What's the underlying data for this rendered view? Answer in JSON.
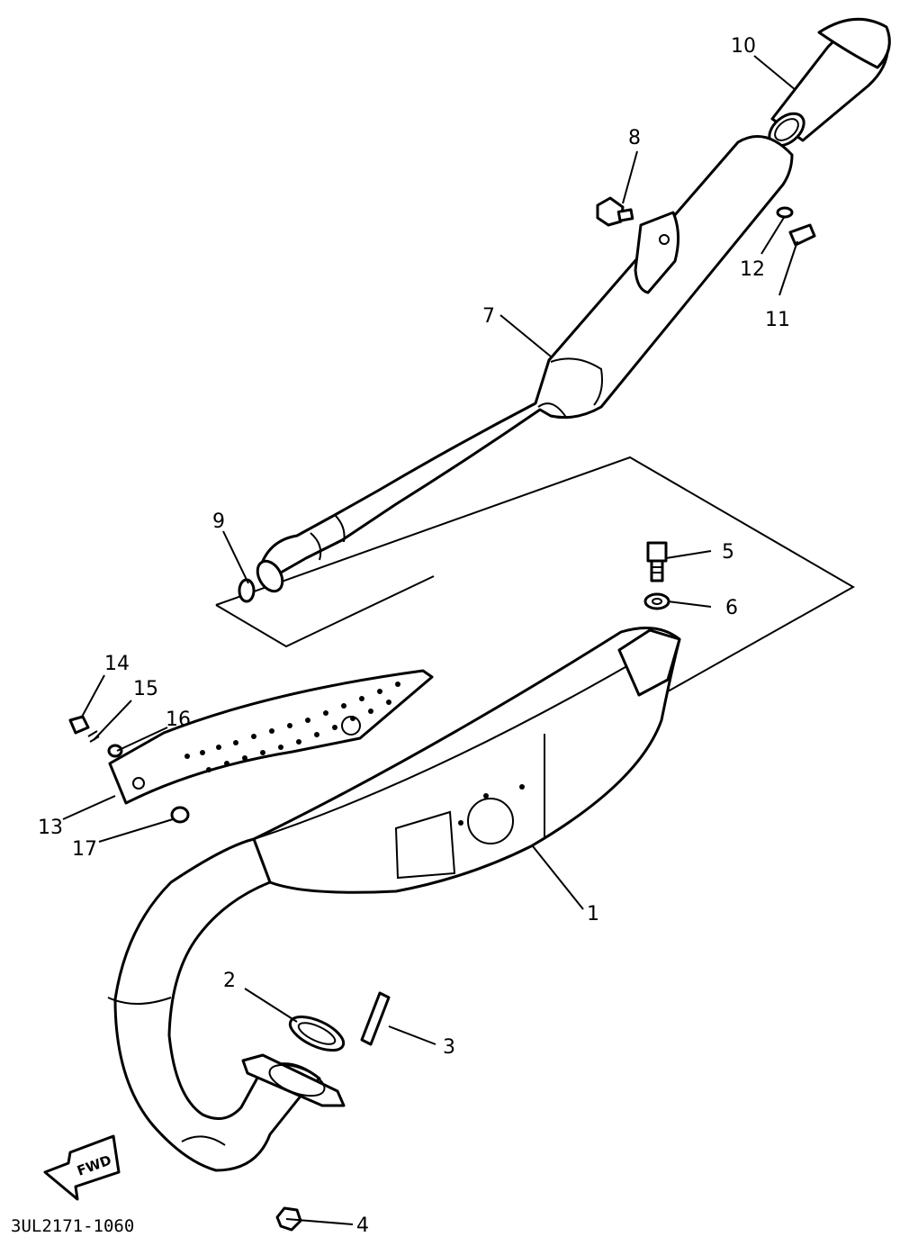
{
  "callouts": [
    {
      "id": "c1",
      "text": "1"
    },
    {
      "id": "c2",
      "text": "2"
    },
    {
      "id": "c3",
      "text": "3"
    },
    {
      "id": "c4",
      "text": "4"
    },
    {
      "id": "c5",
      "text": "5"
    },
    {
      "id": "c6",
      "text": "6"
    },
    {
      "id": "c7",
      "text": "7"
    },
    {
      "id": "c8",
      "text": "8"
    },
    {
      "id": "c9",
      "text": "9"
    },
    {
      "id": "c10",
      "text": "10"
    },
    {
      "id": "c11",
      "text": "11"
    },
    {
      "id": "c12",
      "text": "12"
    },
    {
      "id": "c13",
      "text": "13"
    },
    {
      "id": "c14",
      "text": "14"
    },
    {
      "id": "c15",
      "text": "15"
    },
    {
      "id": "c16",
      "text": "16"
    },
    {
      "id": "c17",
      "text": "17"
    }
  ],
  "direction_arrow": "FWD",
  "diagram_code": "3UL2171-1060"
}
